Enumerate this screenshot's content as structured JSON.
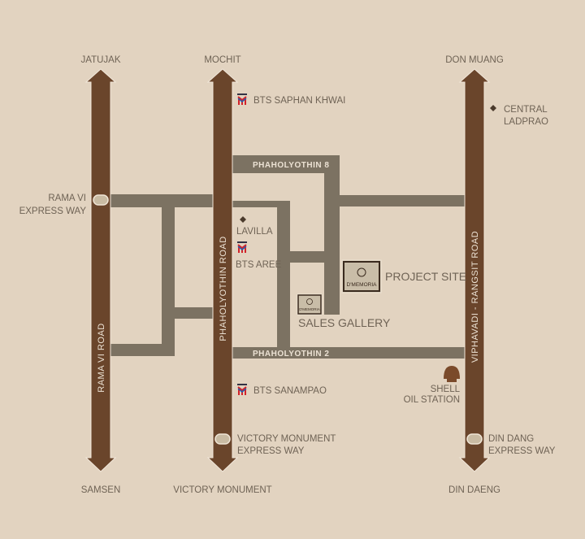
{
  "directions": {
    "jatujak": "JATUJAK",
    "mochit": "MOCHIT",
    "don_muang": "DON MUANG",
    "samsen": "SAMSEN",
    "victory_monument": "VICTORY MONUMENT",
    "din_daeng": "DIN DAENG"
  },
  "main_roads": {
    "rama_vi": "RAMA VI ROAD",
    "phaholyothin": "PHAHOLYOTHIN ROAD",
    "viphavadi": "VIPHAVADI - RANGSIT ROAD"
  },
  "secondary_roads": {
    "phaholyothin_8": "PHAHOLYOTHIN 8",
    "phaholyothin_2": "PHAHOLYOTHIN 2"
  },
  "landmarks": {
    "bts_saphan_khwai": "BTS SAPHAN KHWAI",
    "bts_aree": "BTS AREE",
    "bts_sanampao": "BTS SANAMPAO",
    "central_ladprao": [
      "CENTRAL",
      "LADPRAO"
    ],
    "lavilla": "LAVILLA",
    "shell": [
      "SHELL",
      "OIL STATION"
    ],
    "rama_vi_expressway": [
      "RAMA VI",
      "EXPRESS WAY"
    ],
    "victory_expressway": [
      "VICTORY MONUMENT",
      "EXPRESS WAY"
    ],
    "din_dang_expressway": [
      "DIN DANG",
      "EXPRESS WAY"
    ],
    "project_site": "PROJECT SITE",
    "sales_gallery": "SALES GALLERY",
    "brand": "D'MEMORIA"
  },
  "colors": {
    "background": "#e2d3c0",
    "main_road": "#6a452b",
    "secondary_road": "#7c7262",
    "text": "#6f6355"
  }
}
